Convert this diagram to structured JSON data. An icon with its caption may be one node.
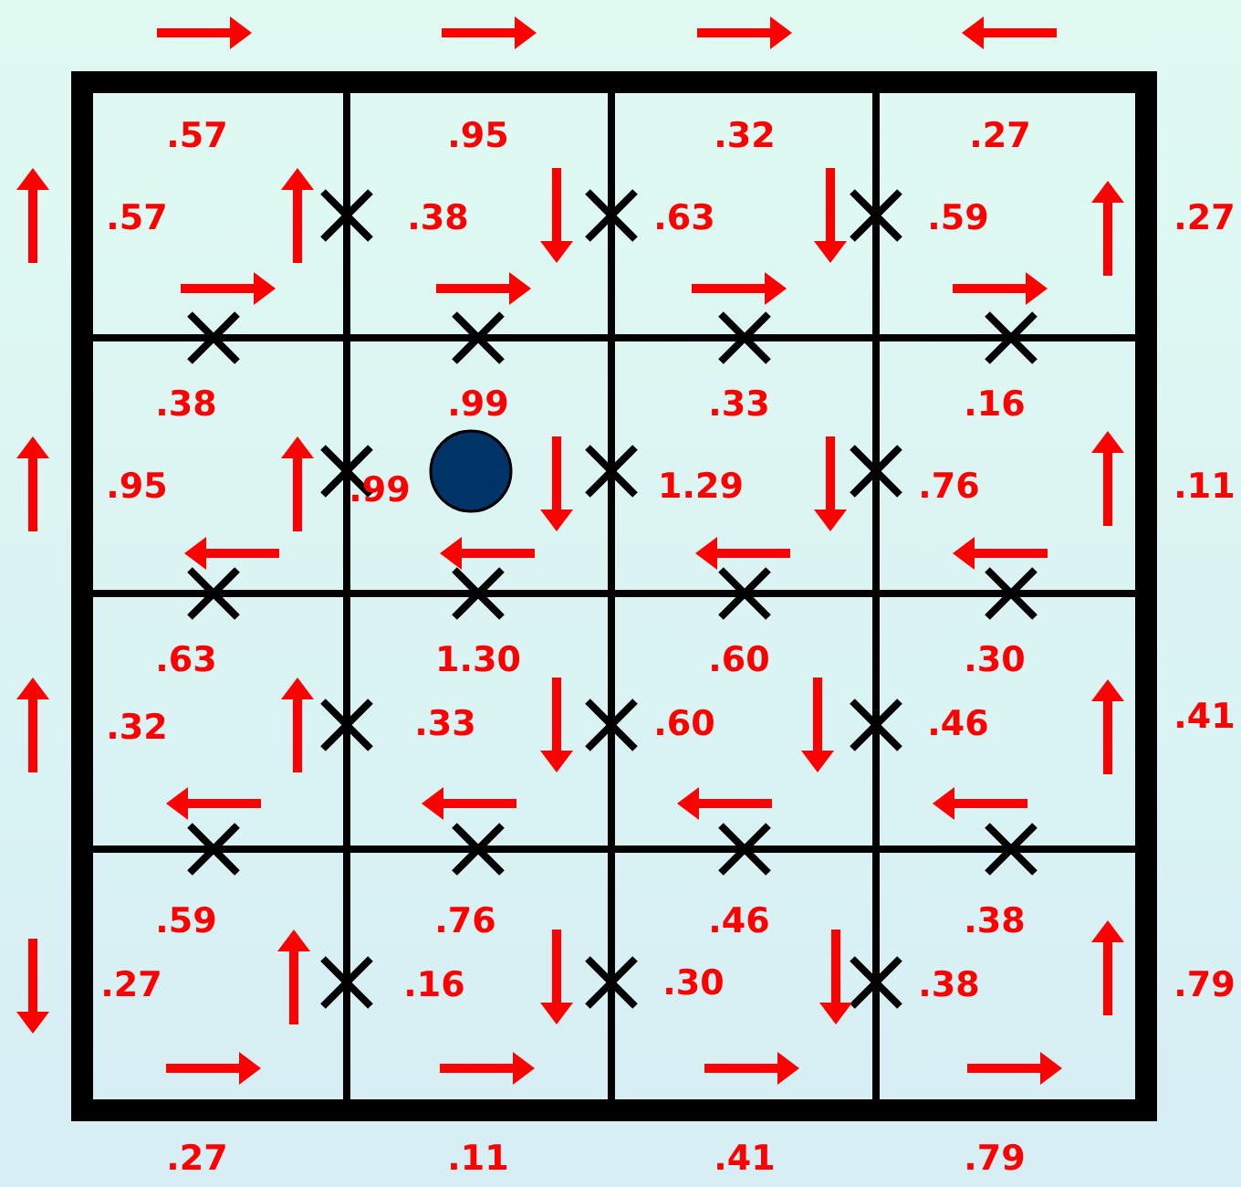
{
  "diagram": {
    "labels": [
      ".57",
      ".95",
      ".32",
      ".27",
      ".57",
      ".38",
      ".63",
      ".59",
      ".27",
      ".38",
      ".99",
      ".33",
      ".16",
      ".95",
      ".99",
      "1.29",
      ".76",
      ".11",
      ".63",
      "1.30",
      ".60",
      ".30",
      ".32",
      ".33",
      ".60",
      ".46",
      ".41",
      ".59",
      ".76",
      ".46",
      ".38",
      ".27",
      ".16",
      ".30",
      ".38",
      ".79",
      ".27",
      ".11",
      ".41",
      ".79"
    ]
  }
}
